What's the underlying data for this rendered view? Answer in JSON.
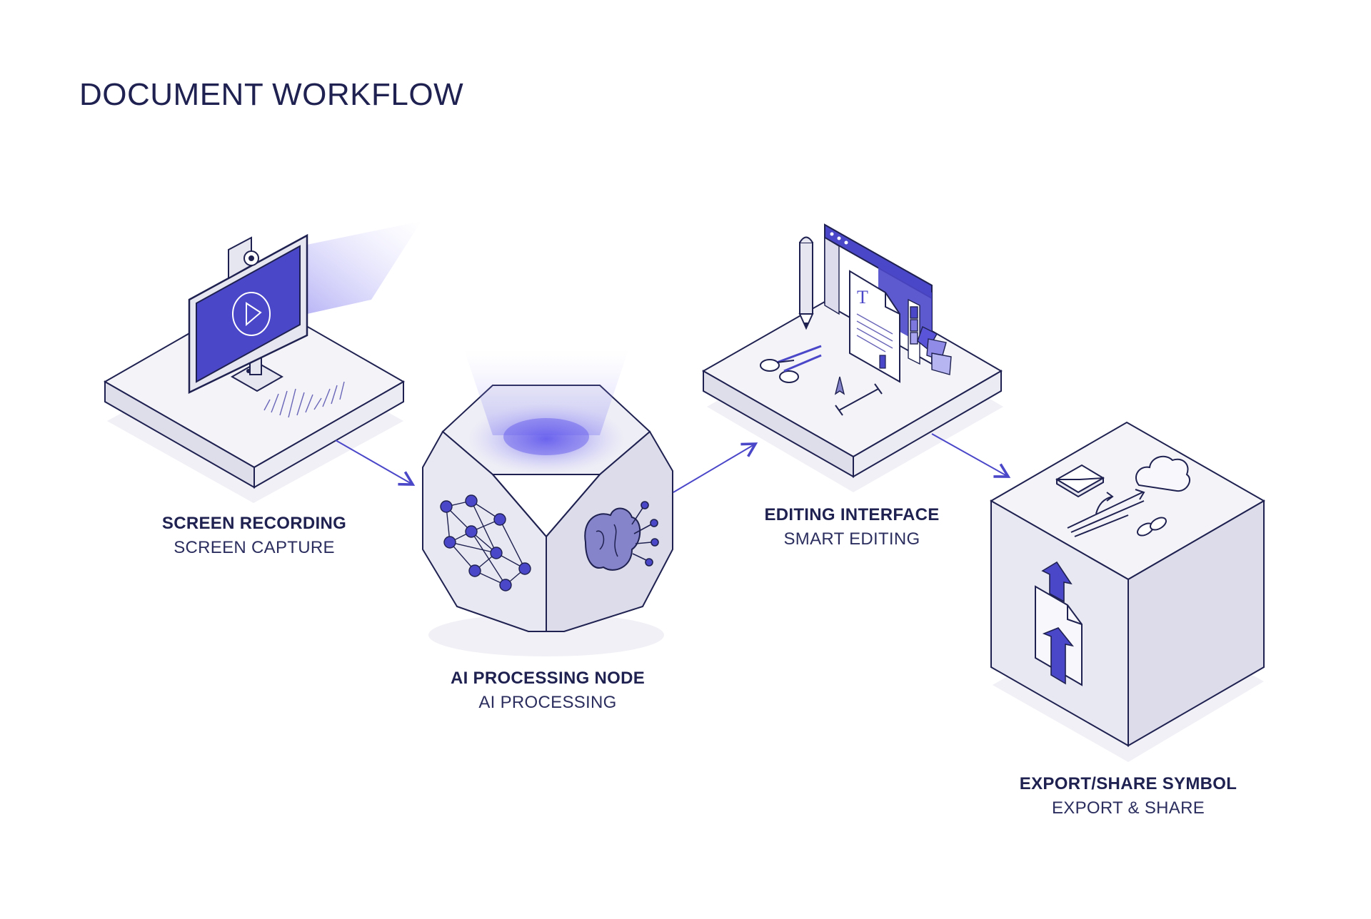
{
  "title": "DOCUMENT WORKFLOW",
  "colors": {
    "ink": "#1f2150",
    "accent": "#4b47c9",
    "surface": "#f1f1f7",
    "shade": "#dcdcea"
  },
  "stages": [
    {
      "id": "screen-recording",
      "name": "SCREEN RECORDING",
      "subtitle": "SCREEN CAPTURE",
      "icons": [
        "monitor-icon",
        "webcam-icon",
        "play-icon",
        "waveform-icon"
      ]
    },
    {
      "id": "ai-processing",
      "name": "AI PROCESSING NODE",
      "subtitle": "AI PROCESSING",
      "icons": [
        "neural-network-icon",
        "brain-circuit-icon",
        "glow-beam-icon"
      ]
    },
    {
      "id": "editing",
      "name": "EDITING INTERFACE",
      "subtitle": "SMART EDITING",
      "icons": [
        "pencil-icon",
        "scissors-icon",
        "document-icon",
        "cursor-icon",
        "text-cursor-icon",
        "color-swatch-icon"
      ]
    },
    {
      "id": "export",
      "name": "EXPORT/SHARE SYMBOL",
      "subtitle": "EXPORT & SHARE",
      "icons": [
        "envelope-icon",
        "cloud-icon",
        "link-icon",
        "upload-arrow-icon",
        "file-upload-icon"
      ]
    }
  ]
}
